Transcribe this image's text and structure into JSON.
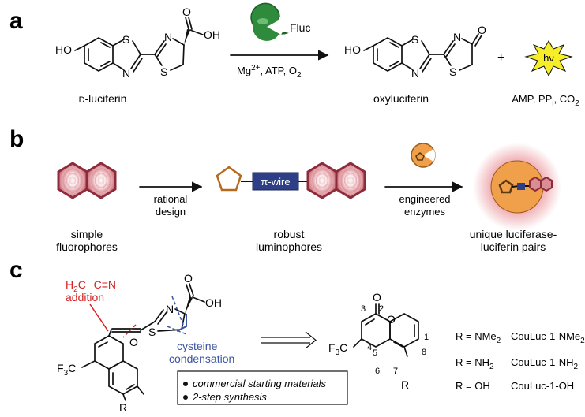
{
  "panel_labels": {
    "a": "a",
    "b": "b",
    "c": "c"
  },
  "panel_a": {
    "substrate_label": "D-luciferin",
    "substrate_label_prefix": "D",
    "substrate_label_rest": "-luciferin",
    "enzyme": "Fluc",
    "conditions_prefix": "Mg",
    "conditions_sup": "2+",
    "conditions_rest": ", ATP, O",
    "conditions_sub": "2",
    "product_label": "oxyluciferin",
    "plus": "+",
    "light": "hν",
    "byproducts_a": "AMP, PP",
    "byproducts_sub_i": "i",
    "byproducts_b": ", CO",
    "byproducts_sub_2": "2",
    "atoms": {
      "HO": "HO",
      "S": "S",
      "N": "N",
      "OH": "OH",
      "O": "O"
    }
  },
  "panel_b": {
    "pi_wire": "π-wire",
    "step1": [
      "rational",
      "design"
    ],
    "step2": [
      "engineered",
      "enzymes"
    ],
    "stage1": [
      "simple",
      "fluorophores"
    ],
    "stage2": [
      "robust",
      "luminophores"
    ],
    "stage3": [
      "unique luciferase-",
      "luciferin pairs"
    ]
  },
  "panel_c": {
    "addition_formula_a": "H",
    "addition_formula_sub": "2",
    "addition_formula_b": "C",
    "addition_formula_sup": "−",
    "addition_formula_c": "C≡N",
    "addition_label": "addition",
    "condensation": [
      "cysteine",
      "condensation"
    ],
    "bullets": [
      "commercial starting materials",
      "2-step synthesis"
    ],
    "cf3_a": "F",
    "cf3_sub": "3",
    "cf3_b": "C",
    "R": "R",
    "atoms": {
      "N": "N",
      "S": "S",
      "OH": "OH",
      "O": "O"
    },
    "ring_numbers": [
      "2",
      "3",
      "4",
      "5",
      "6",
      "7",
      "8",
      "1"
    ],
    "variants": [
      {
        "r_prefix": "R = ",
        "r_group": "NMe",
        "r_sub": "2",
        "name": "CouLuc-1-NMe",
        "name_sub": "2"
      },
      {
        "r_prefix": "R = ",
        "r_group": "NH",
        "r_sub": "2",
        "name": "CouLuc-1-NH",
        "name_sub": "2"
      },
      {
        "r_prefix": "R = ",
        "r_group": "OH",
        "r_sub": "",
        "name": "CouLuc-1-OH",
        "name_sub": ""
      }
    ]
  },
  "colors": {
    "red": "#d42020",
    "blue": "#3a55a5",
    "hex_outer": "#8e2b3b",
    "hex_fill": "#d98e96",
    "cyclopentane": "#b36a1e",
    "wire": "#2d3f86",
    "enzyme_green": "#2e8b3c",
    "enzyme_orange": "#f0a04a",
    "glow": "#e2646e",
    "starburst": "#f7ee2a"
  }
}
